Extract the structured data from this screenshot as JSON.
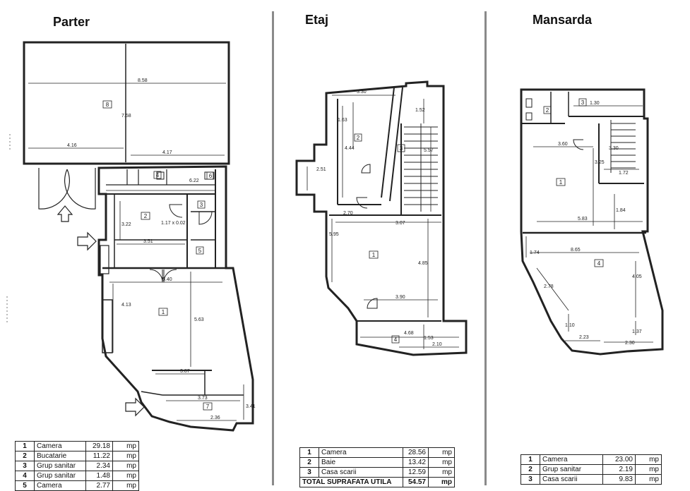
{
  "sections": {
    "parter": {
      "title": "Parter"
    },
    "etaj": {
      "title": "Etaj"
    },
    "mansarda": {
      "title": "Mansarda"
    }
  },
  "parter_table": [
    {
      "nr": "1",
      "name": "Camera",
      "area": "29.18",
      "unit": "mp"
    },
    {
      "nr": "2",
      "name": "Bucatarie",
      "area": "11.22",
      "unit": "mp"
    },
    {
      "nr": "3",
      "name": "Grup sanitar",
      "area": "2.34",
      "unit": "mp"
    },
    {
      "nr": "4",
      "name": "Grup sanitar",
      "area": "1.48",
      "unit": "mp"
    },
    {
      "nr": "5",
      "name": "Camera",
      "area": "2.77",
      "unit": "mp"
    }
  ],
  "etaj_table": {
    "rows": [
      {
        "nr": "1",
        "name": "Camera",
        "area": "28.56",
        "unit": "mp"
      },
      {
        "nr": "2",
        "name": "Baie",
        "area": "13.42",
        "unit": "mp"
      },
      {
        "nr": "3",
        "name": "Casa scarii",
        "area": "12.59",
        "unit": "mp"
      }
    ],
    "total": {
      "name": "TOTAL SUPRAFATA UTILA",
      "area": "54.57",
      "unit": "mp"
    }
  },
  "mansarda_table": [
    {
      "nr": "1",
      "name": "Camera",
      "area": "23.00",
      "unit": "mp"
    },
    {
      "nr": "2",
      "name": "Grup sanitar",
      "area": "2.19",
      "unit": "mp"
    },
    {
      "nr": "3",
      "name": "Casa scarii",
      "area": "9.83",
      "unit": "mp"
    }
  ],
  "parter_labels": {
    "r8": "8",
    "r1": "1",
    "r2": "2",
    "r3": "3",
    "r4": "4",
    "r5": "5",
    "r7": "7",
    "r6": "6",
    "d_top": "8.58",
    "d_h": "7.58",
    "d_w416": "4.16",
    "d_417": "4.17",
    "d_622": "6.22",
    "d_322": "3.22",
    "d_351": "3.51",
    "d_540": "5.40",
    "d_563": "5.63",
    "d_413": "4.13",
    "d_387": "3.87",
    "d_373": "3.73",
    "d_236": "2.36",
    "d_341": "3.41",
    "d_117": "1.17 x 0.02"
  },
  "etaj_labels": {
    "r1": "1",
    "r2": "2",
    "r3": "3",
    "r4": "4",
    "d_330": "3.30",
    "d_152": "1.52",
    "d_444": "4.44",
    "d_557": "5.57",
    "d_270": "2.70",
    "d_307": "3.07",
    "d_595": "5.95",
    "d_485": "4.85",
    "d_390": "3.90",
    "d_468": "4.68",
    "d_153": "1.53",
    "d_210": "2.10",
    "d_163": "1.63",
    "d_251": "2.51"
  },
  "mansarda_labels": {
    "r1": "1",
    "r2": "2",
    "r3": "3",
    "r4": "4",
    "d_360": "3.60",
    "d_325": "3.25",
    "d_583": "5.83",
    "d_184": "1.84",
    "d_865": "8.65",
    "d_174": "1.74",
    "d_278": "2.78",
    "d_405": "4.05",
    "d_223": "2.23",
    "d_230": "2.30",
    "d_137": "1.37",
    "d_110": "1.10",
    "d_330": "3.30",
    "d_172": "1.72",
    "d_130": "1.30"
  }
}
